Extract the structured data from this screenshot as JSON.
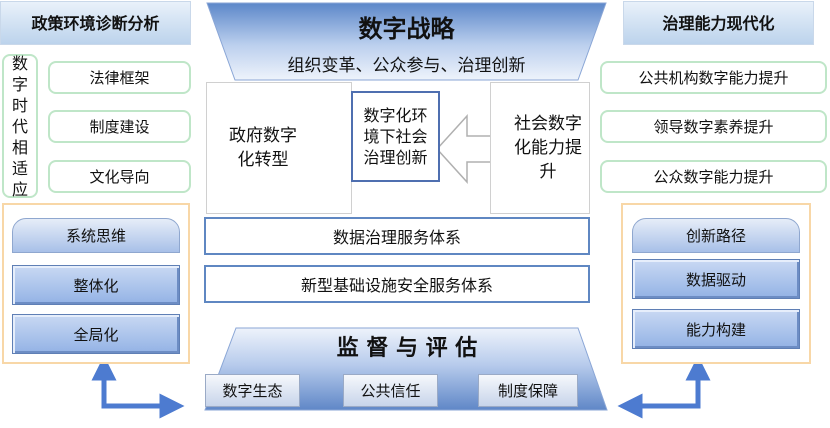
{
  "left": {
    "title": "政策环境诊断分析",
    "vertical_label": "数字时代相适应",
    "items": [
      "法律框架",
      "制度建设",
      "文化导向"
    ],
    "panel": {
      "header": "系统思维",
      "tiles": [
        "整体化",
        "全局化"
      ]
    }
  },
  "center": {
    "top": {
      "title": "数字战略",
      "subtitle": "组织变革、公众参与、治理创新"
    },
    "left_panel": "政府数字化转型",
    "core": "数字化环境下社会治理创新",
    "right_panel": "社会数字化能力提升",
    "bars": [
      "数据治理服务体系",
      "新型基础设施安全服务体系"
    ],
    "bottom": {
      "title": "监 督 与 评 估",
      "items": [
        "数字生态",
        "公共信任",
        "制度保障"
      ]
    }
  },
  "right": {
    "title": "治理能力现代化",
    "items": [
      "公共机构数字能力提升",
      "领导数字素养提升",
      "公众数字能力提升"
    ],
    "panel": {
      "header": "创新路径",
      "tiles": [
        "数据驱动",
        "能力构建"
      ]
    }
  },
  "colors": {
    "arrow_blue": "#4d7bd0",
    "panel_orange": "#f8d7a7",
    "box_green": "#bfe6c8",
    "tile_blue": "#93b2e5"
  }
}
